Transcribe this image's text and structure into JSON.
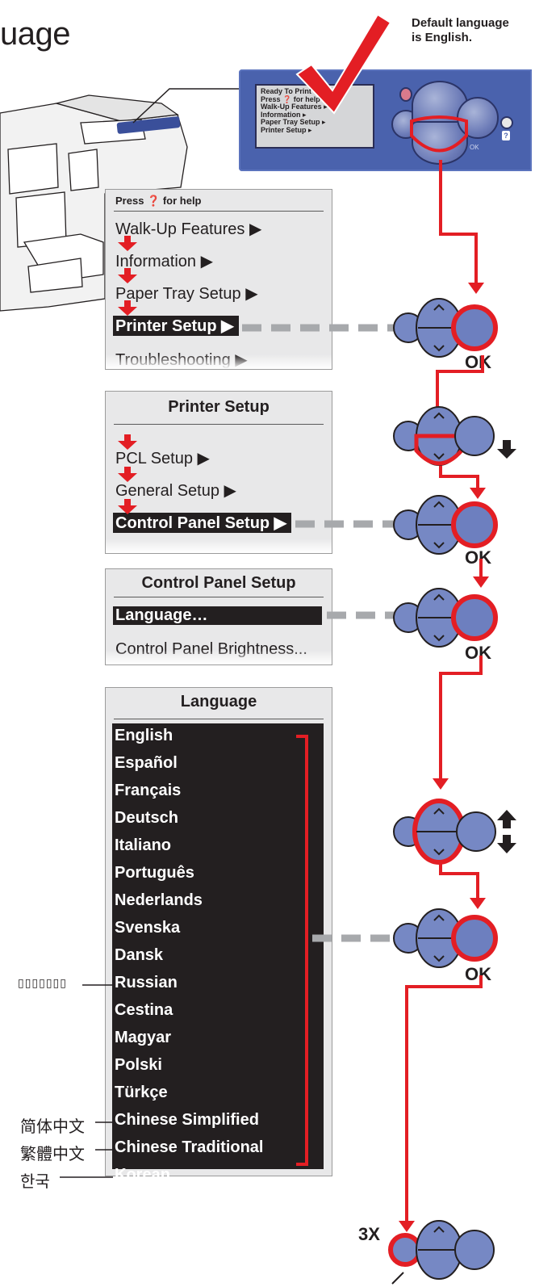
{
  "title": "uage",
  "note": [
    "Default language",
    "is English."
  ],
  "control_panel": {
    "screen_lines": [
      "Ready To Print",
      "Press ❓ for help",
      "Walk-Up Features ▸",
      "Information ▸",
      "Paper Tray Setup ▸",
      "Printer Setup ▸"
    ],
    "ok_label": "OK",
    "help_label": "?"
  },
  "menu1": {
    "header": "Press ❓ for help",
    "items": [
      "Walk-Up Features ▶",
      "Information ▶",
      "Paper Tray Setup ▶",
      "Printer Setup ▶",
      "Troubleshooting ▶"
    ]
  },
  "menu2": {
    "title": "Printer Setup",
    "items": [
      "PCL Setup ▶",
      "General Setup ▶",
      "Control Panel Setup ▶"
    ]
  },
  "menu3": {
    "title": "Control Panel Setup",
    "items": [
      "Language…",
      "Control Panel Brightness..."
    ]
  },
  "menu4": {
    "title": "Language",
    "items": [
      "English",
      "Español",
      "Français",
      "Deutsch",
      "Italiano",
      "Português",
      "Nederlands",
      "Svenska",
      "Dansk",
      "Russian",
      "Cestina",
      "Magyar",
      "Polski",
      "Türkçe",
      "Chinese Simplified",
      "Chinese Traditional",
      "Korean"
    ]
  },
  "side_labels": {
    "russian": "▯▯▯▯▯▯▯",
    "chinese_simplified": "简体中文",
    "chinese_traditional": "繁體中文",
    "korean": "한국"
  },
  "ok_labels": [
    "OK",
    "OK",
    "OK",
    "OK"
  ],
  "repeat_label": "3X",
  "colors": {
    "accent_red": "#e31e24",
    "panel_blue": "#4a62ad",
    "dash_gray": "#a7a9ac"
  }
}
